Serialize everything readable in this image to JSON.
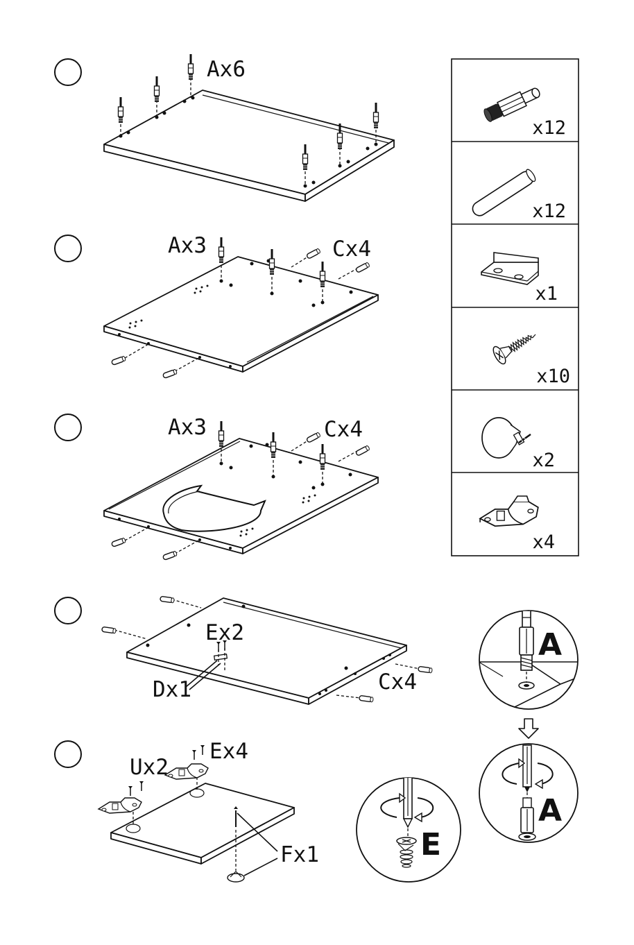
{
  "steps": [
    {
      "labels": [
        "Ax6"
      ]
    },
    {
      "labels": [
        "Ax3",
        "Cx4"
      ]
    },
    {
      "labels": [
        "Ax3",
        "Cx4"
      ]
    },
    {
      "labels": [
        "Ex2",
        "Dx1",
        "Cx4"
      ]
    },
    {
      "labels": [
        "Ux2",
        "Ex4",
        "Fx1"
      ]
    }
  ],
  "parts": [
    {
      "icon": "cam-bolt-icon",
      "qty": "x12"
    },
    {
      "icon": "wooden-dowel-icon",
      "qty": "x12"
    },
    {
      "icon": "l-bracket-icon",
      "qty": "x1"
    },
    {
      "icon": "screw-icon",
      "qty": "x10"
    },
    {
      "icon": "knob-icon",
      "qty": "x2"
    },
    {
      "icon": "hinge-icon",
      "qty": "x4"
    }
  ],
  "details": {
    "cam_bolt_letter": "A",
    "cam_bolt_letter_2": "A",
    "screw_letter": "E"
  }
}
